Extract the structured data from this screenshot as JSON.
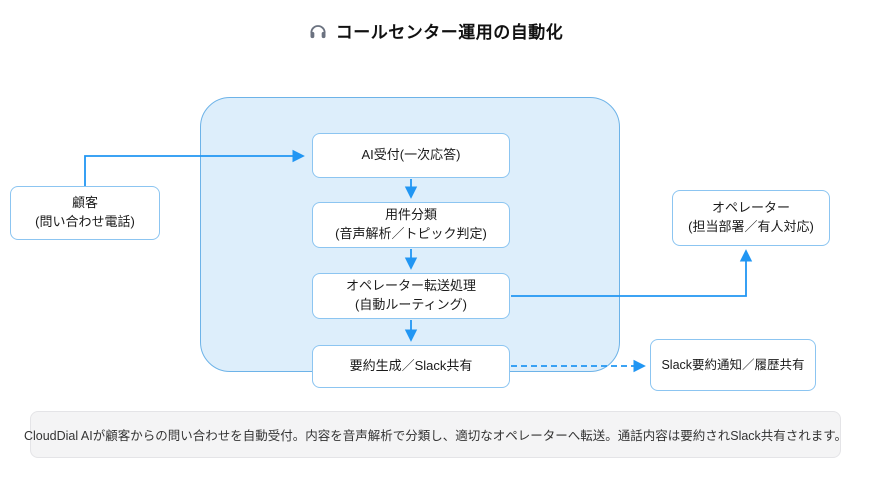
{
  "title": {
    "icon": "headphones-icon",
    "text": "コールセンター運用の自動化"
  },
  "nodes": {
    "customer": {
      "line1": "顧客",
      "line2": "(問い合わせ電話)"
    },
    "ai_reception": {
      "line1": "AI受付(一次応答)"
    },
    "classification": {
      "line1": "用件分類",
      "line2": "(音声解析／トピック判定)"
    },
    "transfer": {
      "line1": "オペレーター転送処理",
      "line2": "(自動ルーティング)"
    },
    "summary": {
      "line1": "要約生成／Slack共有"
    },
    "operator": {
      "line1": "オペレーター",
      "line2": "(担当部署／有人対応)"
    },
    "slack_notice": {
      "line1": "Slack要約通知／履歴共有"
    }
  },
  "description": "CloudDial AIが顧客からの問い合わせを自動受付。内容を音声解析で分類し、適切なオペレーターへ転送。通話内容は要約されSlack共有されます。",
  "colors": {
    "arrow": "#2196f3",
    "node_border": "#8cc5f1",
    "container_fill": "#ddeefb",
    "container_border": "#6db3e8",
    "note_bg": "#f4f4f5",
    "note_border": "#e4e4e7"
  }
}
